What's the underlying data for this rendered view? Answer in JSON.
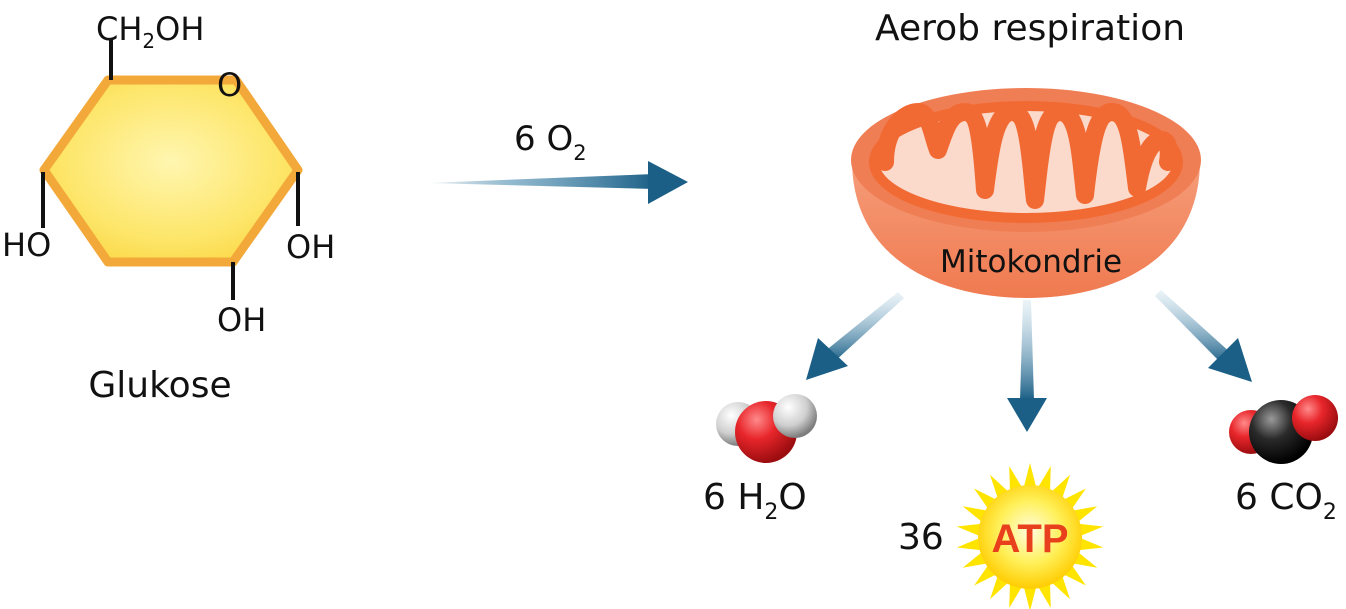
{
  "title": "Aerob respiration",
  "glucose": {
    "label": "Glukose",
    "groups": {
      "top": "CH",
      "top_sub": "2",
      "top_suffix": "OH",
      "ring_o": "O",
      "left_oh": "HO",
      "right_oh": "OH",
      "bottom_oh": "OH"
    }
  },
  "oxygen_input": {
    "coefficient": "6 O",
    "sub": "2"
  },
  "mitochondrion": {
    "label": "Mitokondrie"
  },
  "products": {
    "water": {
      "prefix": "6 H",
      "sub": "2",
      "suffix": "O"
    },
    "atp": {
      "count": "36",
      "text": "ATP"
    },
    "co2": {
      "prefix": "6 CO",
      "sub": "2"
    }
  },
  "colors": {
    "hexagon_fill": "#fde75c",
    "hexagon_stroke": "#f3a93a",
    "arrow": "#1b5f86",
    "mito_outer": "#f07e55",
    "mito_inner": "#f26a33",
    "mito_matrix": "#fbd9cb",
    "oxygen_atom": "#e02227",
    "hydrogen_atom": "#d0d0d0",
    "carbon_atom": "#1e1e1e",
    "atp_sun": "#ffe400",
    "atp_text": "#e8401c"
  }
}
